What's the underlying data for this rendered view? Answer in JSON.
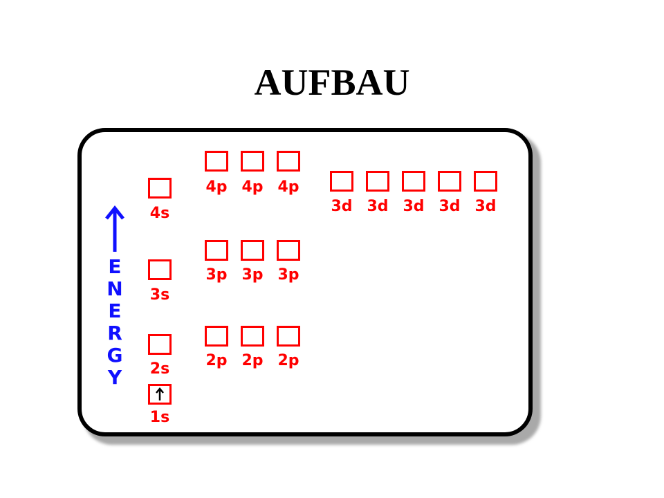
{
  "title": "AUFBAU",
  "energy_label": [
    "E",
    "N",
    "E",
    "R",
    "G",
    "Y"
  ],
  "orbitals": {
    "s1": {
      "label": "1s",
      "electrons": 1
    },
    "s2": {
      "label": "2s",
      "electrons": 0
    },
    "s3": {
      "label": "3s",
      "electrons": 0
    },
    "s4": {
      "label": "4s",
      "electrons": 0
    },
    "p2": [
      "2p",
      "2p",
      "2p"
    ],
    "p3": [
      "3p",
      "3p",
      "3p"
    ],
    "p4": [
      "4p",
      "4p",
      "4p"
    ],
    "d3": [
      "3d",
      "3d",
      "3d",
      "3d",
      "3d"
    ]
  },
  "colors": {
    "orbital": "#ff0000",
    "energy": "#1010ff",
    "electron": "#000000"
  }
}
